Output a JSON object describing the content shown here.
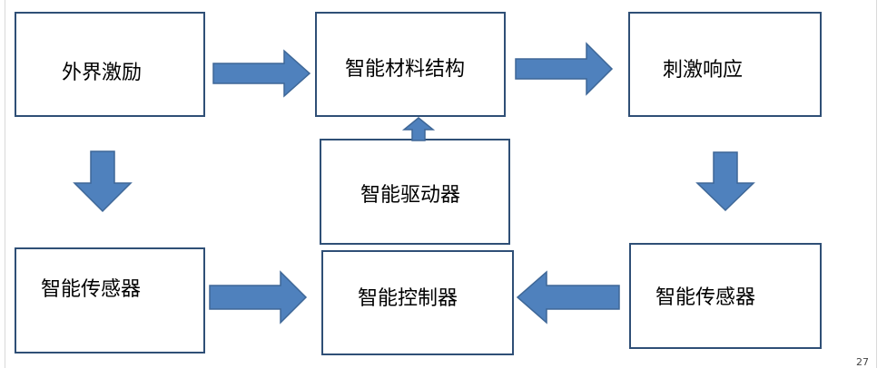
{
  "diagram": {
    "nodes": {
      "external_stimulus": "外界激励",
      "smart_material_structure": "智能材料结构",
      "stimulus_response": "刺激响应",
      "sensor_left": "智能传感器",
      "smart_driver": "智能驱动器",
      "smart_controller": "智能控制器",
      "sensor_right": "智能传感器"
    },
    "page_mark": "27"
  },
  "colors": {
    "box_border": "#2f4f76",
    "arrow_fill": "#4f81bd",
    "arrow_stroke": "#3e6797"
  }
}
